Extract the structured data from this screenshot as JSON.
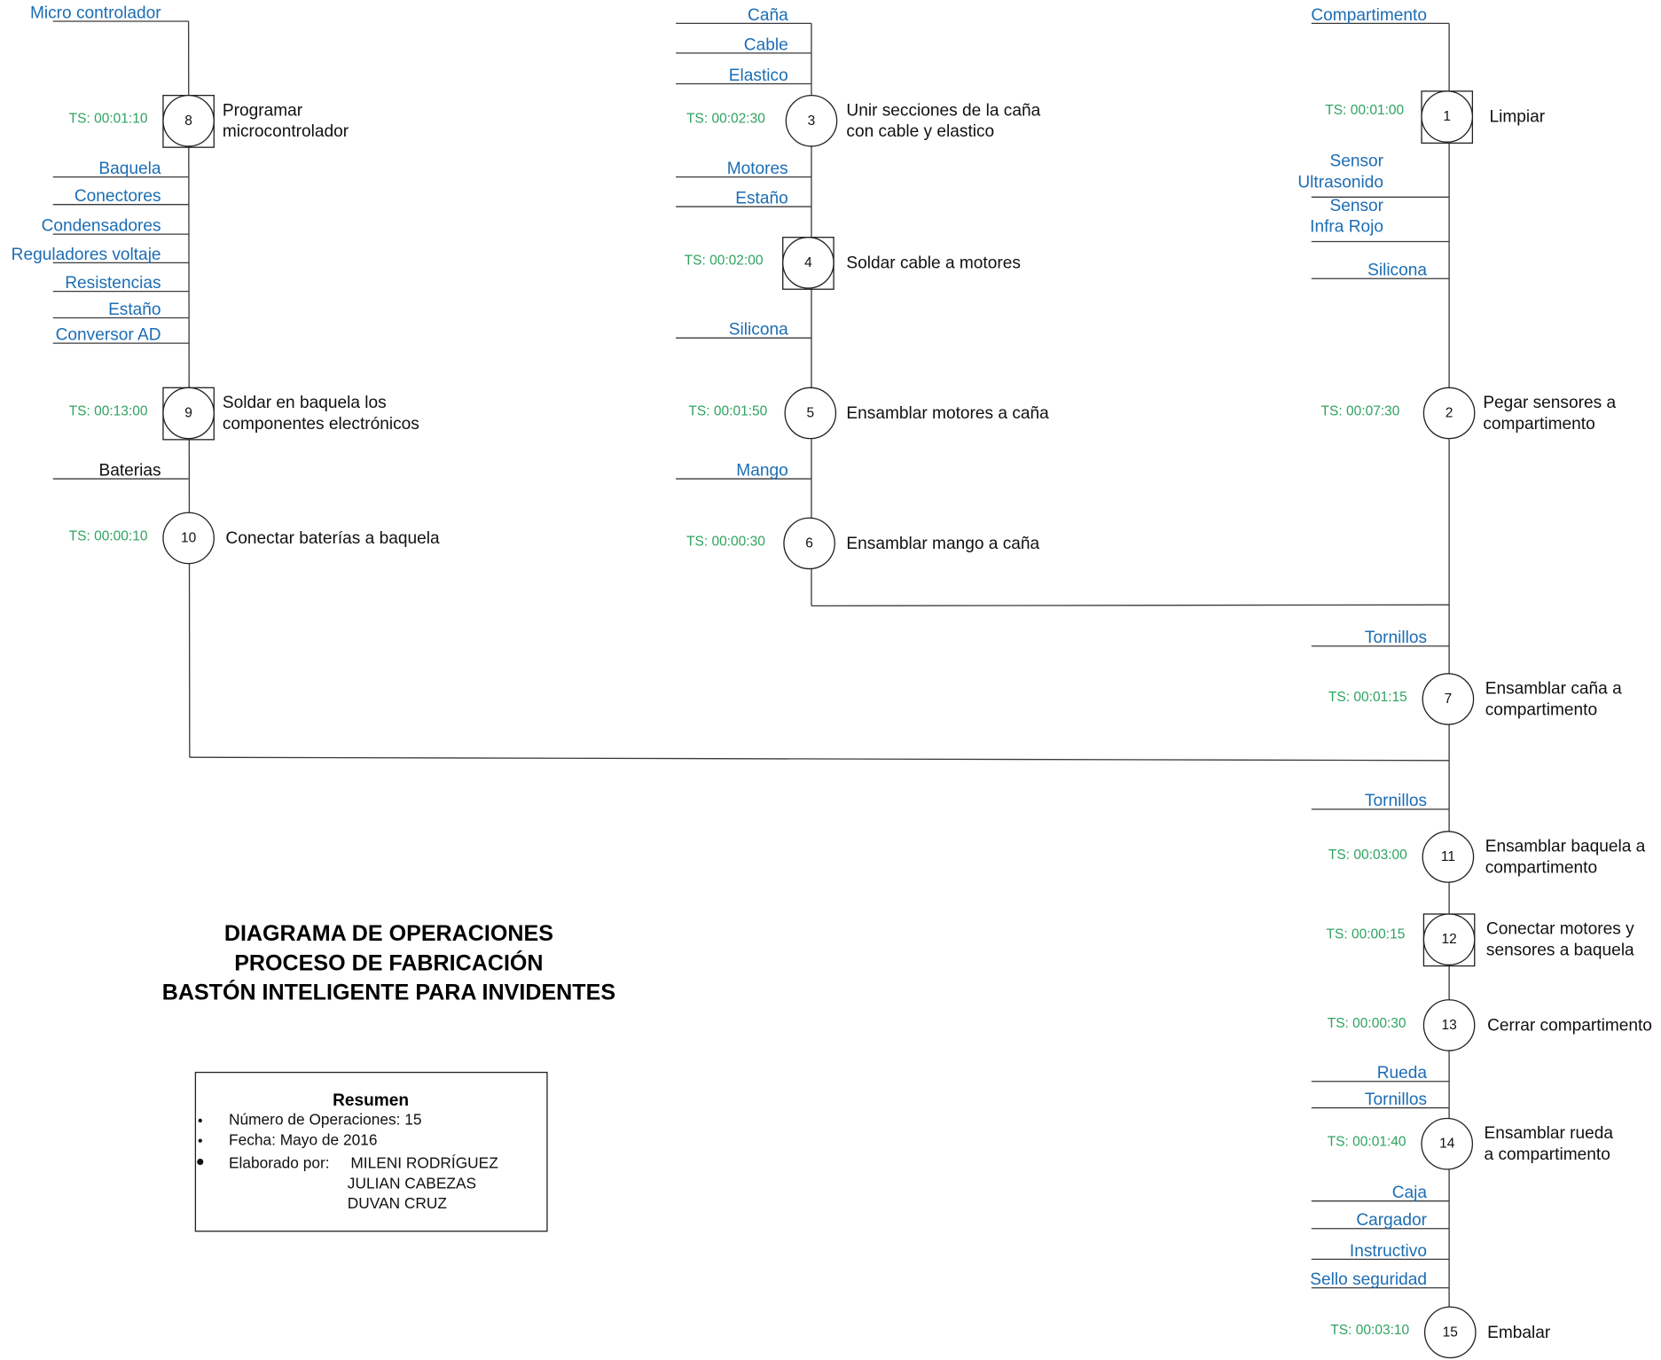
{
  "colors": {
    "material": "#1c6db4",
    "time": "#2ea35f",
    "line": "#3a3a3a",
    "text": "#111111"
  },
  "title": [
    "DIAGRAMA DE OPERACIONES",
    "PROCESO DE FABRICACIÓN",
    "BASTÓN INTELIGENTE PARA INVIDENTES"
  ],
  "summary": {
    "heading": "Resumen",
    "items": [
      "Número de Operaciones: 15",
      "Fecha: Mayo de 2016",
      "Elaborado por:"
    ],
    "authors": [
      "MILENI RODRÍGUEZ",
      "JULIAN CABEZAS",
      "DUVAN CRUZ"
    ]
  },
  "operations": [
    {
      "num": "1",
      "time": "TS: 00:01:00",
      "label": [
        "Limpiar"
      ],
      "combined": true
    },
    {
      "num": "2",
      "time": "TS: 00:07:30",
      "label": [
        "Pegar sensores a",
        "compartimento"
      ],
      "combined": false
    },
    {
      "num": "3",
      "time": "TS: 00:02:30",
      "label": [
        "Unir secciones de la caña",
        "con cable y elastico"
      ],
      "combined": false
    },
    {
      "num": "4",
      "time": "TS: 00:02:00",
      "label": [
        "Soldar cable a motores"
      ],
      "combined": true
    },
    {
      "num": "5",
      "time": "TS: 00:01:50",
      "label": [
        "Ensamblar motores a caña"
      ],
      "combined": false
    },
    {
      "num": "6",
      "time": "TS: 00:00:30",
      "label": [
        "Ensamblar mango a caña"
      ],
      "combined": false
    },
    {
      "num": "7",
      "time": "TS: 00:01:15",
      "label": [
        "Ensamblar caña a",
        "compartimento"
      ],
      "combined": false
    },
    {
      "num": "8",
      "time": "TS: 00:01:10",
      "label": [
        "Programar",
        "microcontrolador"
      ],
      "combined": true
    },
    {
      "num": "9",
      "time": "TS: 00:13:00",
      "label": [
        "Soldar en baquela los",
        "componentes electrónicos"
      ],
      "combined": true
    },
    {
      "num": "10",
      "time": "TS: 00:00:10",
      "label": [
        "Conectar baterías a baquela"
      ],
      "combined": false
    },
    {
      "num": "11",
      "time": "TS: 00:03:00",
      "label": [
        "Ensamblar baquela a",
        "compartimento"
      ],
      "combined": false
    },
    {
      "num": "12",
      "time": "TS: 00:00:15",
      "label": [
        "Conectar motores y",
        "sensores a baquela"
      ],
      "combined": true
    },
    {
      "num": "13",
      "time": "TS: 00:00:30",
      "label": [
        "Cerrar compartimento"
      ],
      "combined": false
    },
    {
      "num": "14",
      "time": "TS: 00:01:40",
      "label": [
        "Ensamblar rueda",
        "a compartimento"
      ],
      "combined": false
    },
    {
      "num": "15",
      "time": "TS: 00:03:10",
      "label": [
        "Embalar"
      ],
      "combined": false
    }
  ],
  "materials": [
    {
      "text": [
        "Micro controlador"
      ]
    },
    {
      "text": [
        "Baquela"
      ]
    },
    {
      "text": [
        "Conectores"
      ]
    },
    {
      "text": [
        "Condensadores"
      ]
    },
    {
      "text": [
        "Reguladores voltaje"
      ]
    },
    {
      "text": [
        "Resistencias"
      ]
    },
    {
      "text": [
        "Estaño"
      ]
    },
    {
      "text": [
        "Conversor AD"
      ]
    },
    {
      "text": [
        "Baterias"
      ],
      "black": true
    },
    {
      "text": [
        "Caña"
      ]
    },
    {
      "text": [
        "Cable"
      ]
    },
    {
      "text": [
        "Elastico"
      ]
    },
    {
      "text": [
        "Motores"
      ]
    },
    {
      "text": [
        "Estaño"
      ]
    },
    {
      "text": [
        "Silicona"
      ]
    },
    {
      "text": [
        "Mango"
      ]
    },
    {
      "text": [
        "Compartimento"
      ]
    },
    {
      "text": [
        "Sensor",
        "Ultrasonido"
      ]
    },
    {
      "text": [
        "Sensor",
        "Infra Rojo"
      ]
    },
    {
      "text": [
        "Silicona"
      ]
    },
    {
      "text": [
        "Tornillos"
      ]
    },
    {
      "text": [
        "Tornillos"
      ]
    },
    {
      "text": [
        "Rueda"
      ]
    },
    {
      "text": [
        "Tornillos"
      ]
    },
    {
      "text": [
        "Caja"
      ]
    },
    {
      "text": [
        "Cargador"
      ]
    },
    {
      "text": [
        "Instructivo"
      ]
    },
    {
      "text": [
        "Sello seguridad"
      ]
    }
  ]
}
